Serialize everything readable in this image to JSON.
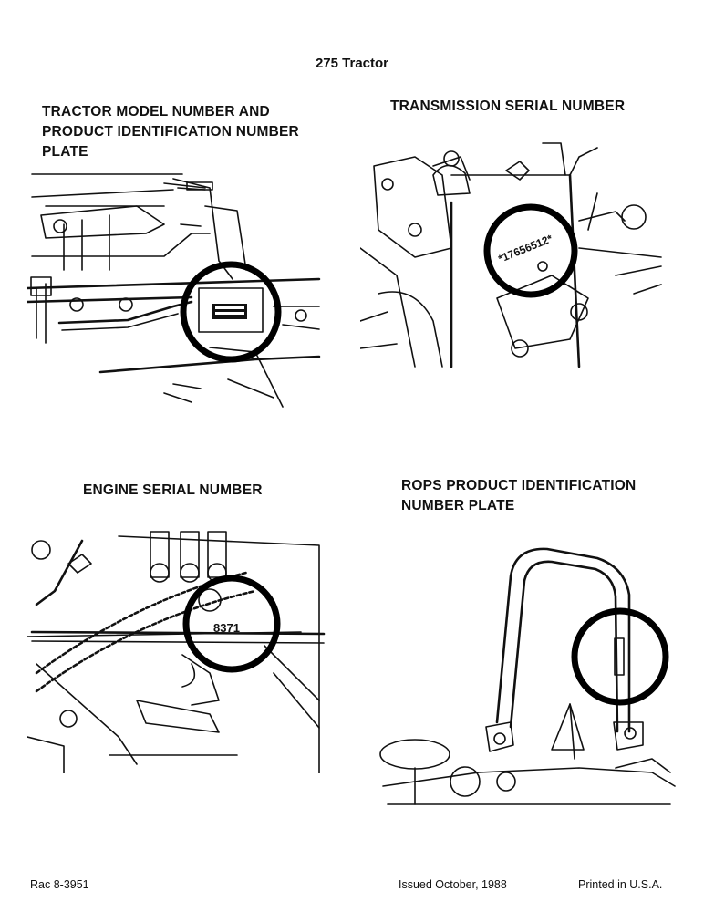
{
  "page": {
    "title": "275 Tractor"
  },
  "sections": {
    "tractor_plate": {
      "heading": "TRACTOR MODEL NUMBER AND PRODUCT IDENTIFICATION NUMBER PLATE"
    },
    "transmission": {
      "heading": "TRANSMISSION SERIAL NUMBER",
      "serial_text": "*17656512*"
    },
    "engine": {
      "heading": "ENGINE SERIAL NUMBER",
      "serial_text": "8371"
    },
    "rops": {
      "heading": "ROPS PRODUCT IDENTIFICATION NUMBER PLATE"
    }
  },
  "footer": {
    "ref": "Rac 8-3951",
    "issued": "Issued October, 1988",
    "printed": "Printed in U.S.A."
  }
}
